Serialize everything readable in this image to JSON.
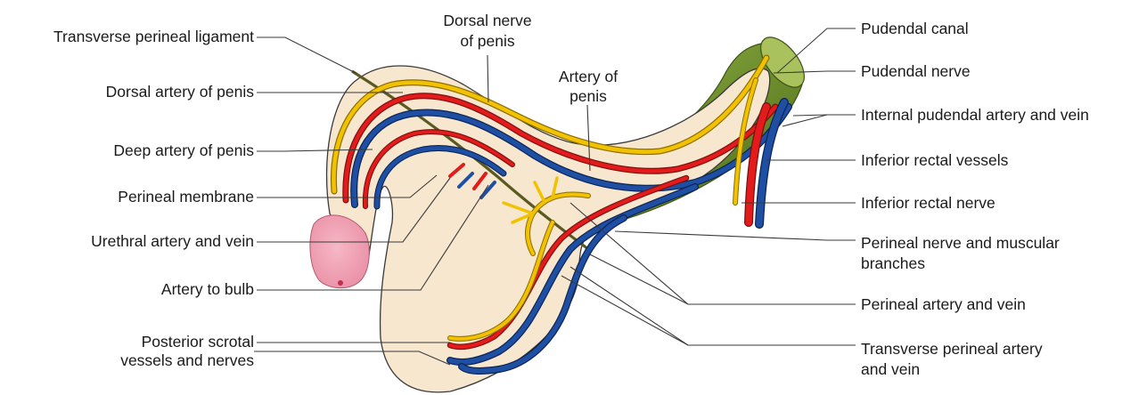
{
  "labels_left": [
    {
      "id": "transverse-perineal-ligament",
      "text": "Transverse perineal ligament"
    },
    {
      "id": "dorsal-artery-of-penis",
      "text": "Dorsal artery of penis"
    },
    {
      "id": "deep-artery-of-penis",
      "text": "Deep artery of penis"
    },
    {
      "id": "perineal-membrane",
      "text": "Perineal membrane"
    },
    {
      "id": "urethral-artery-and-vein",
      "text": "Urethral artery and vein"
    },
    {
      "id": "artery-to-bulb",
      "text": "Artery to bulb"
    },
    {
      "id": "posterior-scrotal-line1",
      "text": "Posterior scrotal"
    },
    {
      "id": "posterior-scrotal-line2",
      "text": "vessels and nerves"
    }
  ],
  "labels_top": [
    {
      "id": "dorsal-nerve-line1",
      "text": "Dorsal nerve"
    },
    {
      "id": "dorsal-nerve-line2",
      "text": "of penis"
    },
    {
      "id": "artery-of-penis-line1",
      "text": "Artery of"
    },
    {
      "id": "artery-of-penis-line2",
      "text": "penis"
    }
  ],
  "labels_right": [
    {
      "id": "pudendal-canal",
      "text": "Pudendal canal"
    },
    {
      "id": "pudendal-nerve",
      "text": "Pudendal nerve"
    },
    {
      "id": "internal-pudendal",
      "text": "Internal pudendal artery and vein"
    },
    {
      "id": "inferior-rectal-vessels",
      "text": "Inferior rectal vessels"
    },
    {
      "id": "inferior-rectal-nerve",
      "text": "Inferior rectal nerve"
    },
    {
      "id": "perineal-nerve-line1",
      "text": "Perineal nerve and muscular"
    },
    {
      "id": "perineal-nerve-line2",
      "text": "branches"
    },
    {
      "id": "perineal-artery-and-vein",
      "text": "Perineal artery and vein"
    },
    {
      "id": "transverse-perineal-artery-line1",
      "text": "Transverse perineal artery"
    },
    {
      "id": "transverse-perineal-artery-line2",
      "text": "and vein"
    }
  ],
  "colors": {
    "skin": "#f7e7cf",
    "skin_outline": "#3a3a3a",
    "canal": "#7a9a3a",
    "glans": "#f1a3b5",
    "nerve": "#f2c200",
    "artery": "#e31b1b",
    "vein": "#1f4fa3"
  }
}
